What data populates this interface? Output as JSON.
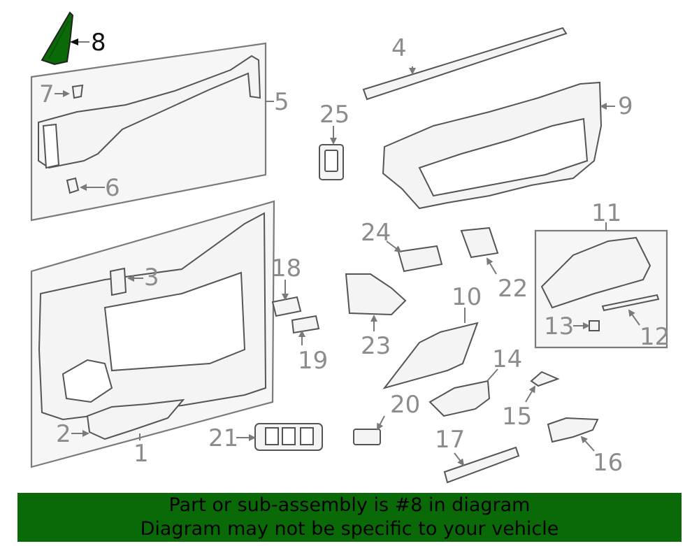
{
  "highlight_color": "#0b6a08",
  "callouts": {
    "c1": "1",
    "c2": "2",
    "c3": "3",
    "c4": "4",
    "c5": "5",
    "c6": "6",
    "c7": "7",
    "c8": "8",
    "c9": "9",
    "c10": "10",
    "c11": "11",
    "c12": "12",
    "c13": "13",
    "c14": "14",
    "c15": "15",
    "c16": "16",
    "c17": "17",
    "c18": "18",
    "c19": "19",
    "c20": "20",
    "c21": "21",
    "c22": "22",
    "c23": "23",
    "c24": "24",
    "c25": "25"
  },
  "banner": {
    "line1": "Part or sub-assembly is #8 in diagram",
    "line2": "Diagram may not be specific to your vehicle"
  }
}
